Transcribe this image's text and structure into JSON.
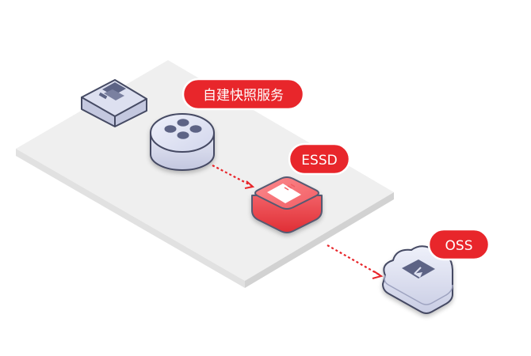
{
  "labels": {
    "snapshot_service": "自建快照服务",
    "essd": "ESSD",
    "oss": "OSS"
  },
  "colors": {
    "accent_red": "#e8262b",
    "platform": "#eeeeee",
    "node_lavender": "#d4d7ea",
    "icon_slate": "#5d6485"
  },
  "icons": {
    "terminal": "monitor-icon",
    "snapshot_service": "four-dots-icon",
    "essd": "sd-card-icon",
    "oss": "download-cloud-icon"
  }
}
